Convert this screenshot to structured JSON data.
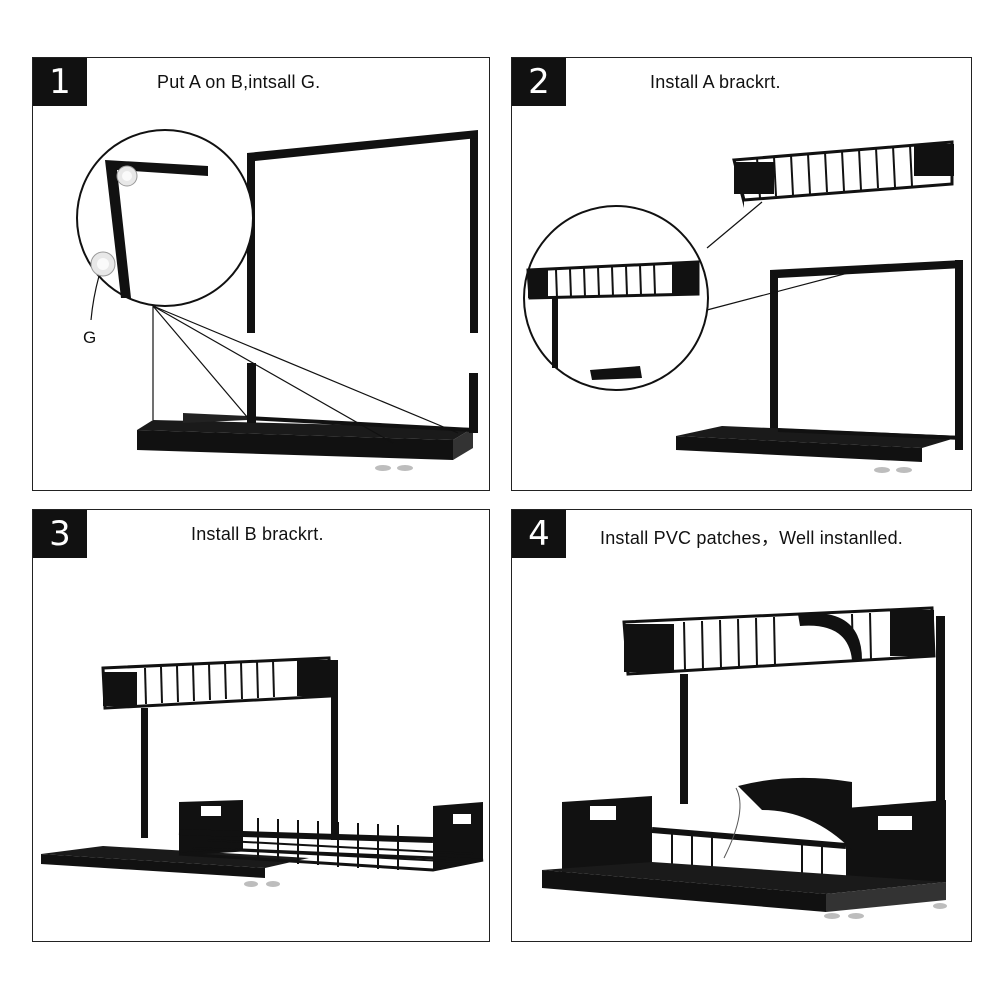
{
  "steps": [
    {
      "number": "1",
      "caption": "Put A on B,intsall G.",
      "callout": "G"
    },
    {
      "number": "2",
      "caption": "Install A brackrt."
    },
    {
      "number": "3",
      "caption": "Install B brackrt."
    },
    {
      "number": "4",
      "caption": "Install PVC patches，Well instanlled."
    }
  ],
  "colors": {
    "metal": "#111111",
    "frame": "#222222",
    "foot": "#bdbdbd"
  }
}
